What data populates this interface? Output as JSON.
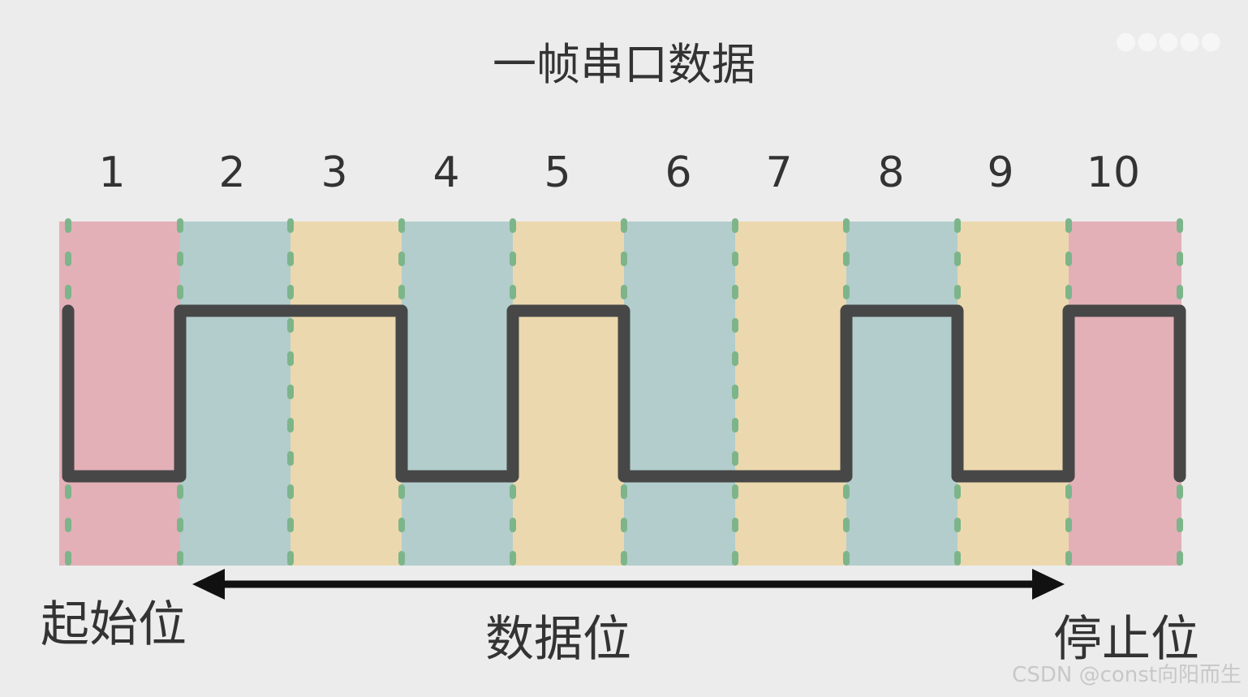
{
  "title": "一帧串口数据",
  "bit_numbers": [
    "1",
    "2",
    "3",
    "4",
    "5",
    "6",
    "7",
    "8",
    "9",
    "10"
  ],
  "bits": [
    {
      "role": "start",
      "level": 0,
      "color": "#e3b0b8"
    },
    {
      "role": "data",
      "level": 1,
      "color": "#b2cdcc"
    },
    {
      "role": "data",
      "level": 1,
      "color": "#ecd8ae"
    },
    {
      "role": "data",
      "level": 0,
      "color": "#b2cdcc"
    },
    {
      "role": "data",
      "level": 1,
      "color": "#ecd8ae"
    },
    {
      "role": "data",
      "level": 0,
      "color": "#b2cdcc"
    },
    {
      "role": "data",
      "level": 0,
      "color": "#ecd8ae"
    },
    {
      "role": "data",
      "level": 1,
      "color": "#b2cdcc"
    },
    {
      "role": "data",
      "level": 0,
      "color": "#ecd8ae"
    },
    {
      "role": "stop",
      "level": 1,
      "color": "#e3b0b8"
    }
  ],
  "labels": {
    "start_bit": "起始位",
    "data_bits": "数据位",
    "stop_bit": "停止位"
  },
  "watermark": "CSDN @const向阳而生",
  "colors": {
    "signal": "#474747",
    "divider": "#7db58a",
    "arrow": "#111111"
  }
}
